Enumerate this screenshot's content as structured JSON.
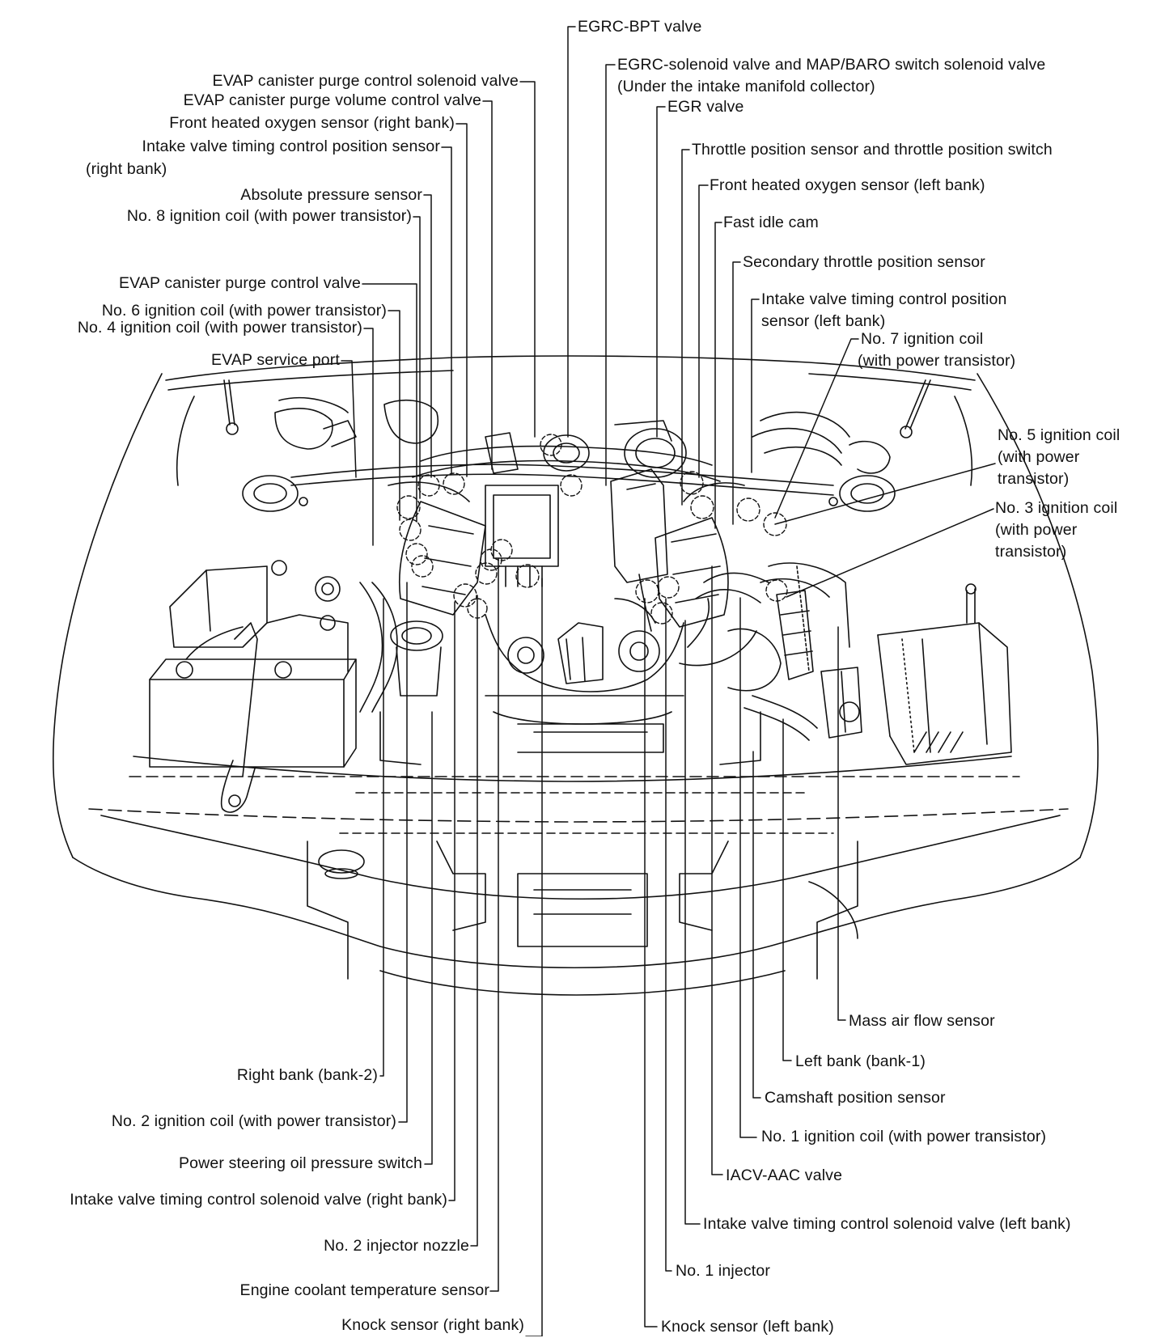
{
  "labels": {
    "egrc_bpt_valve": "EGRC-BPT valve",
    "egrc_solenoid_valve": "EGRC-solenoid valve and MAP/BARO switch solenoid valve",
    "egrc_solenoid_note": "(Under the intake manifold collector)",
    "egr_valve": "EGR valve",
    "evap_purge_control_solenoid": "EVAP canister purge control solenoid valve",
    "evap_purge_volume_control": "EVAP canister purge volume control valve",
    "front_o2_right": "Front heated oxygen sensor (right bank)",
    "ivtc_position_right_1": "Intake valve timing control position sensor",
    "ivtc_position_right_2": "(right bank)",
    "absolute_pressure_sensor": "Absolute pressure sensor",
    "ignition_coil_8": "No. 8 ignition coil (with power transistor)",
    "evap_purge_control_valve": "EVAP canister purge control valve",
    "ignition_coil_6": "No. 6 ignition coil (with power transistor)",
    "ignition_coil_4": "No. 4 ignition coil (with power transistor)",
    "evap_service_port": "EVAP service port",
    "throttle_position_sensor": "Throttle position sensor and throttle position switch",
    "front_o2_left": "Front heated oxygen sensor (left bank)",
    "fast_idle_cam": "Fast idle cam",
    "secondary_throttle_sensor": "Secondary throttle position sensor",
    "ivtc_position_left_1": "Intake valve timing control position",
    "ivtc_position_left_2": "sensor (left bank)",
    "ignition_coil_7_1": "No. 7 ignition coil",
    "ignition_coil_7_2": "(with power transistor)",
    "ignition_coil_5_1": "No. 5 ignition coil",
    "ignition_coil_5_2": "(with power",
    "ignition_coil_5_3": "transistor)",
    "ignition_coil_3_1": "No. 3 ignition coil",
    "ignition_coil_3_2": "(with power",
    "ignition_coil_3_3": "transistor)",
    "mass_air_flow_sensor": "Mass air flow sensor",
    "left_bank": "Left bank (bank-1)",
    "camshaft_position_sensor": "Camshaft position sensor",
    "ignition_coil_1": "No. 1 ignition coil (with power transistor)",
    "iacv_aac_valve": "IACV-AAC valve",
    "ivtc_solenoid_left": "Intake valve timing control solenoid valve (left bank)",
    "injector_1": "No. 1 injector",
    "knock_sensor_left": "Knock sensor (left bank)",
    "right_bank": "Right bank (bank-2)",
    "ignition_coil_2": "No. 2 ignition coil (with power transistor)",
    "ps_oil_pressure_switch": "Power steering oil pressure switch",
    "ivtc_solenoid_right": "Intake valve timing control solenoid valve (right bank)",
    "injector_nozzle_2": "No. 2 injector nozzle",
    "coolant_temp_sensor": "Engine coolant temperature sensor",
    "knock_sensor_right": "Knock sensor (right bank)"
  },
  "colors": {
    "ink": "#111111",
    "paper": "#ffffff"
  }
}
